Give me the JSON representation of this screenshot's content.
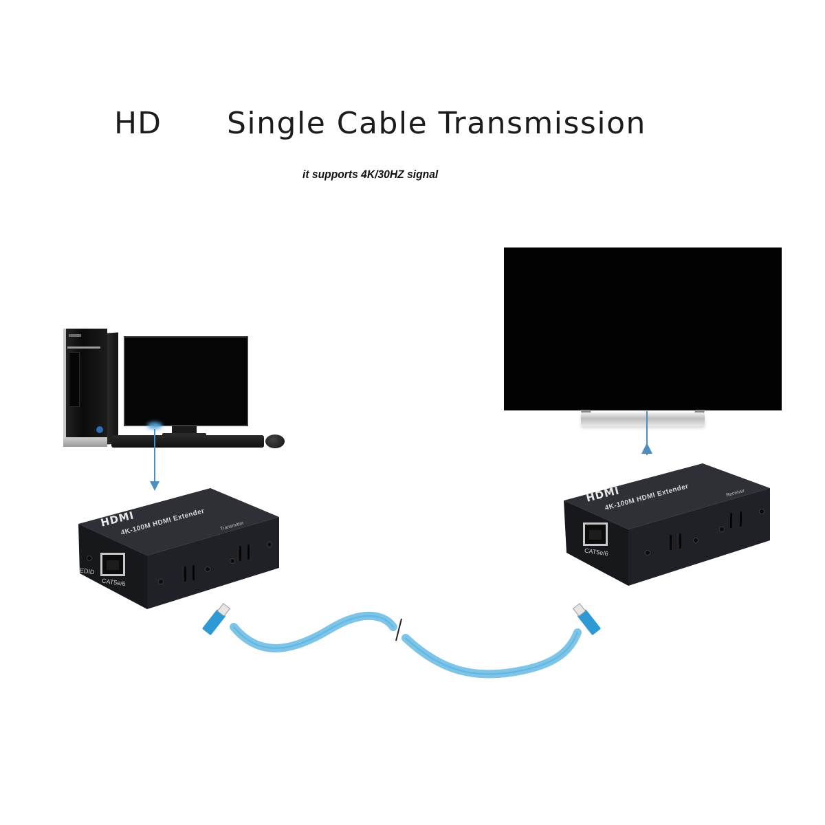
{
  "header": {
    "title_prefix": "HD",
    "title_main": "Single Cable Transmission",
    "subtitle": "it supports 4K/30HZ signal"
  },
  "devices": {
    "source": {
      "type": "desktop-pc",
      "components": [
        "tower",
        "monitor",
        "keyboard",
        "mouse"
      ]
    },
    "display": {
      "type": "tv"
    }
  },
  "transmitter": {
    "brand": "HDMI",
    "model": "4K-100M HDMI Extender",
    "role": "Transmitter",
    "port_label": "CAT5e/6",
    "edid_label": "EDID"
  },
  "receiver": {
    "brand": "HDMI",
    "model": "4K-100M HDMI Extender",
    "role": "Receiver",
    "port_label": "CAT5e/6"
  },
  "cable": {
    "type": "ethernet",
    "color": "#5ab4e0",
    "connector_color": "#2d9ad6",
    "break_mark": true
  },
  "flow": [
    {
      "from": "desktop-pc",
      "to": "transmitter",
      "direction": "down"
    },
    {
      "from": "transmitter",
      "to": "receiver",
      "via": "ethernet-cable"
    },
    {
      "from": "receiver",
      "to": "tv",
      "direction": "up"
    }
  ],
  "colors": {
    "background": "#ffffff",
    "text": "#1c1c1c",
    "arrow": "#4a8fc0",
    "device_body": "#1e2024"
  }
}
